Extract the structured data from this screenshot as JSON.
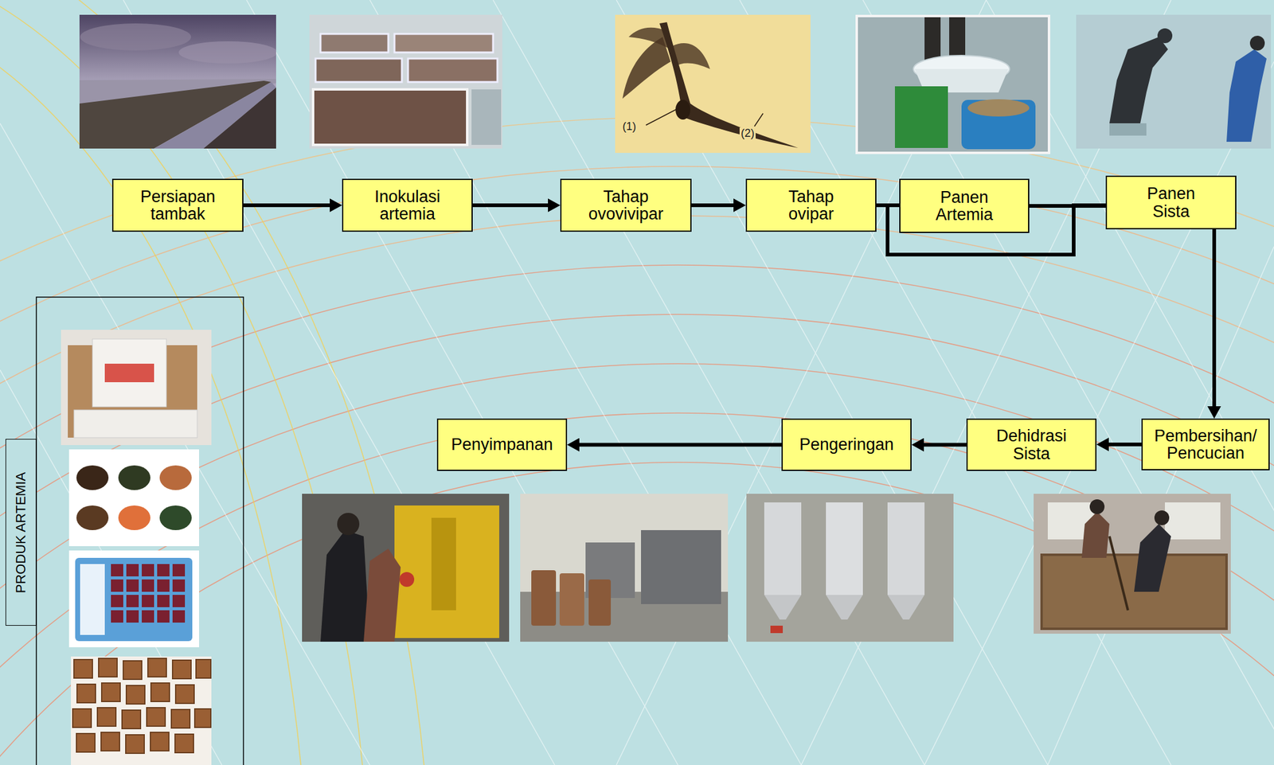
{
  "diagram": {
    "nodes": [
      {
        "text": [
          "Persiapan tambak"
        ]
      },
      {
        "text": [
          "Inokulasi artemia"
        ]
      },
      {
        "text": [
          "Tahap ovovivipar"
        ]
      },
      {
        "text": [
          "Tahap ovipar"
        ]
      },
      {
        "text": [
          "Panen Artemia"
        ]
      },
      {
        "text": [
          "Panen Sista"
        ]
      },
      {
        "text": [
          "Pembersihan/ Pencucian"
        ]
      },
      {
        "text": [
          "Dehidrasi Sista"
        ]
      },
      {
        "text": [
          "Pengeringan"
        ]
      },
      {
        "text": [
          "Penyimpanan"
        ]
      },
      {
        "text": [
          "PRODUK ARTEMIA"
        ]
      }
    ],
    "edges": [
      {
        "from": 0,
        "to": 1,
        "arrow": "to"
      },
      {
        "from": 1,
        "to": 2,
        "arrow": "to"
      },
      {
        "from": 2,
        "to": 3,
        "arrow": "to"
      },
      {
        "from": 3,
        "to": 4,
        "arrow": "none"
      },
      {
        "from": 4,
        "to": 5,
        "arrow": "none"
      },
      {
        "from": 3,
        "to": 5,
        "arrow": "none"
      },
      {
        "from": 5,
        "to": 6,
        "arrow": "to"
      },
      {
        "from": 6,
        "to": 7,
        "arrow": "to"
      },
      {
        "from": 7,
        "to": 8,
        "arrow": "to"
      },
      {
        "from": 8,
        "to": 9,
        "arrow": "to"
      }
    ],
    "labels": [
      "(1)",
      "(2)"
    ]
  }
}
